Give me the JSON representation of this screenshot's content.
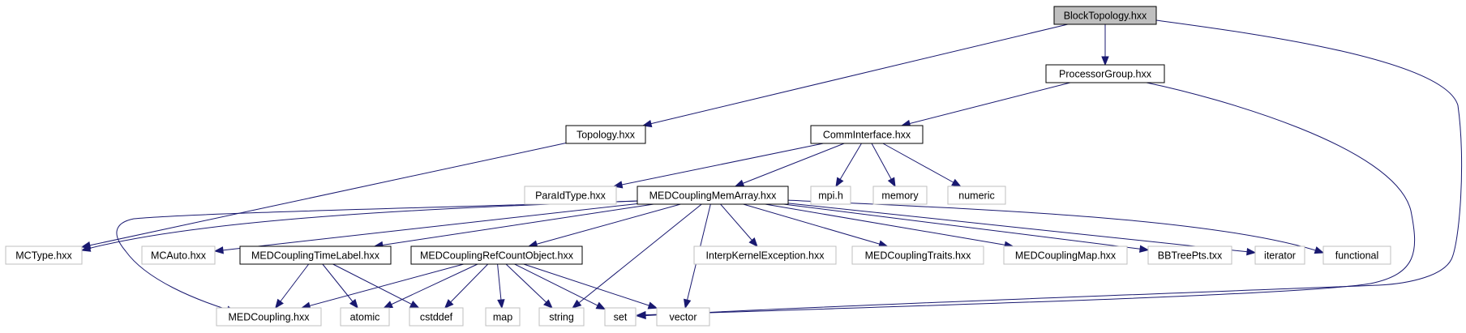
{
  "graph": {
    "colors": {
      "edge": "#191970",
      "focus_fill": "#bfbfbf",
      "focus_border": "#000000",
      "documented_border": "#000000",
      "external_border": "#bfbfbf",
      "external_text": "#000000"
    },
    "nodes": [
      {
        "id": "blocktopology",
        "label": "BlockTopology.hxx",
        "kind": "focus"
      },
      {
        "id": "processorgroup",
        "label": "ProcessorGroup.hxx",
        "kind": "documented"
      },
      {
        "id": "topology",
        "label": "Topology.hxx",
        "kind": "documented"
      },
      {
        "id": "comminterface",
        "label": "CommInterface.hxx",
        "kind": "documented"
      },
      {
        "id": "paraidtype",
        "label": "ParaIdType.hxx",
        "kind": "external"
      },
      {
        "id": "memarray",
        "label": "MEDCouplingMemArray.hxx",
        "kind": "documented"
      },
      {
        "id": "mpi",
        "label": "mpi.h",
        "kind": "external"
      },
      {
        "id": "memory",
        "label": "memory",
        "kind": "external"
      },
      {
        "id": "numeric",
        "label": "numeric",
        "kind": "external"
      },
      {
        "id": "mctype",
        "label": "MCType.hxx",
        "kind": "external"
      },
      {
        "id": "mcauto",
        "label": "MCAuto.hxx",
        "kind": "external"
      },
      {
        "id": "timelabel",
        "label": "MEDCouplingTimeLabel.hxx",
        "kind": "documented"
      },
      {
        "id": "refcount",
        "label": "MEDCouplingRefCountObject.hxx",
        "kind": "documented"
      },
      {
        "id": "interpkernel",
        "label": "InterpKernelException.hxx",
        "kind": "external"
      },
      {
        "id": "traits",
        "label": "MEDCouplingTraits.hxx",
        "kind": "external"
      },
      {
        "id": "map_hxx",
        "label": "MEDCouplingMap.hxx",
        "kind": "external"
      },
      {
        "id": "bbtree",
        "label": "BBTreePts.txx",
        "kind": "external"
      },
      {
        "id": "iterator",
        "label": "iterator",
        "kind": "external"
      },
      {
        "id": "functional",
        "label": "functional",
        "kind": "external"
      },
      {
        "id": "medcoupling",
        "label": "MEDCoupling.hxx",
        "kind": "external"
      },
      {
        "id": "atomic",
        "label": "atomic",
        "kind": "external"
      },
      {
        "id": "cstddef",
        "label": "cstddef",
        "kind": "external"
      },
      {
        "id": "map",
        "label": "map",
        "kind": "external"
      },
      {
        "id": "string",
        "label": "string",
        "kind": "external"
      },
      {
        "id": "set",
        "label": "set",
        "kind": "external"
      },
      {
        "id": "vector",
        "label": "vector",
        "kind": "external"
      }
    ],
    "edges": [
      {
        "from": "blocktopology",
        "to": "processorgroup"
      },
      {
        "from": "blocktopology",
        "to": "topology"
      },
      {
        "from": "blocktopology",
        "to": "set"
      },
      {
        "from": "processorgroup",
        "to": "comminterface"
      },
      {
        "from": "processorgroup",
        "to": "set"
      },
      {
        "from": "topology",
        "to": "mctype"
      },
      {
        "from": "comminterface",
        "to": "paraidtype"
      },
      {
        "from": "comminterface",
        "to": "memarray"
      },
      {
        "from": "comminterface",
        "to": "mpi"
      },
      {
        "from": "comminterface",
        "to": "memory"
      },
      {
        "from": "comminterface",
        "to": "numeric"
      },
      {
        "from": "memarray",
        "to": "mctype"
      },
      {
        "from": "memarray",
        "to": "mcauto"
      },
      {
        "from": "memarray",
        "to": "timelabel"
      },
      {
        "from": "memarray",
        "to": "refcount"
      },
      {
        "from": "memarray",
        "to": "interpkernel"
      },
      {
        "from": "memarray",
        "to": "traits"
      },
      {
        "from": "memarray",
        "to": "map_hxx"
      },
      {
        "from": "memarray",
        "to": "bbtree"
      },
      {
        "from": "memarray",
        "to": "iterator"
      },
      {
        "from": "memarray",
        "to": "functional"
      },
      {
        "from": "memarray",
        "to": "medcoupling"
      },
      {
        "from": "memarray",
        "to": "string"
      },
      {
        "from": "memarray",
        "to": "vector"
      },
      {
        "from": "timelabel",
        "to": "medcoupling"
      },
      {
        "from": "timelabel",
        "to": "atomic"
      },
      {
        "from": "timelabel",
        "to": "cstddef"
      },
      {
        "from": "refcount",
        "to": "medcoupling"
      },
      {
        "from": "refcount",
        "to": "atomic"
      },
      {
        "from": "refcount",
        "to": "cstddef"
      },
      {
        "from": "refcount",
        "to": "map"
      },
      {
        "from": "refcount",
        "to": "string"
      },
      {
        "from": "refcount",
        "to": "set"
      },
      {
        "from": "refcount",
        "to": "vector"
      }
    ]
  }
}
